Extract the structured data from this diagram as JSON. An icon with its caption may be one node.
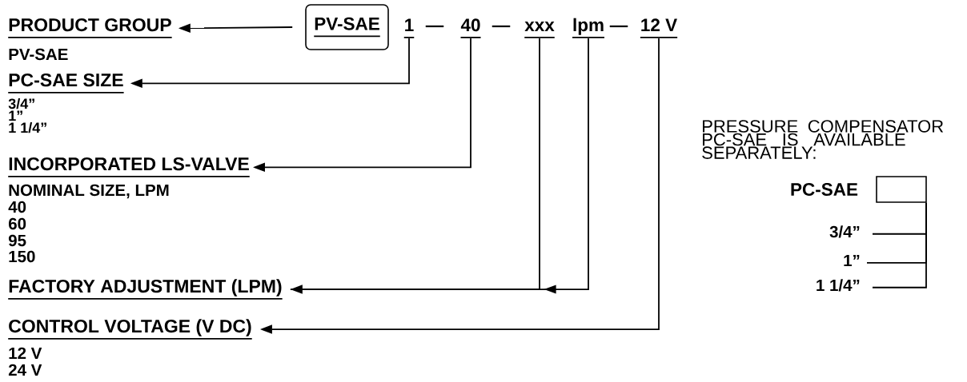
{
  "diagram": {
    "nodes": [
      {
        "text": [
          "PRODUCT GROUP"
        ]
      },
      {
        "text": [
          "PV-SAE"
        ]
      },
      {
        "text": [
          "1"
        ]
      },
      {
        "text": [
          "40"
        ]
      },
      {
        "text": [
          "xxx"
        ]
      },
      {
        "text": [
          "lpm"
        ]
      },
      {
        "text": [
          "12 V"
        ]
      },
      {
        "text": [
          "PC-SAE SIZE"
        ]
      },
      {
        "text": [
          "INCORPORATED LS-VALVE"
        ]
      },
      {
        "text": [
          "FACTORY ADJUSTMENT (LPM)"
        ]
      },
      {
        "text": [
          "CONTROL VOLTAGE (V DC)"
        ]
      },
      {
        "text": [
          "PC-SAE"
        ]
      },
      {
        "text": [
          "3/4”"
        ]
      },
      {
        "text": [
          "1”"
        ]
      },
      {
        "text": [
          "1 1/4”"
        ]
      }
    ],
    "edges": [
      {
        "from": 1,
        "to": 0,
        "arrow": "to"
      },
      {
        "from": 2,
        "to": 7,
        "arrow": "to"
      },
      {
        "from": 3,
        "to": 8,
        "arrow": "to"
      },
      {
        "from": 4,
        "to": 9,
        "arrow": "to"
      },
      {
        "from": 5,
        "to": 9,
        "arrow": "to"
      },
      {
        "from": 6,
        "to": 10,
        "arrow": "to"
      },
      {
        "from": 12,
        "to": 11,
        "arrow": "none"
      },
      {
        "from": 13,
        "to": 11,
        "arrow": "none"
      },
      {
        "from": 14,
        "to": 11,
        "arrow": "none"
      }
    ],
    "labels": [
      "—",
      "—",
      "—",
      "PV-SAE",
      "3/4”",
      "1”",
      "1 1/4”",
      "PRESSURE COMPENSATOR PC-SAE IS AVAILABLE SEPARATELY:",
      "NOMINAL SIZE, LPM",
      "40",
      "60",
      "95",
      "150",
      "12 V",
      "24 V"
    ]
  }
}
